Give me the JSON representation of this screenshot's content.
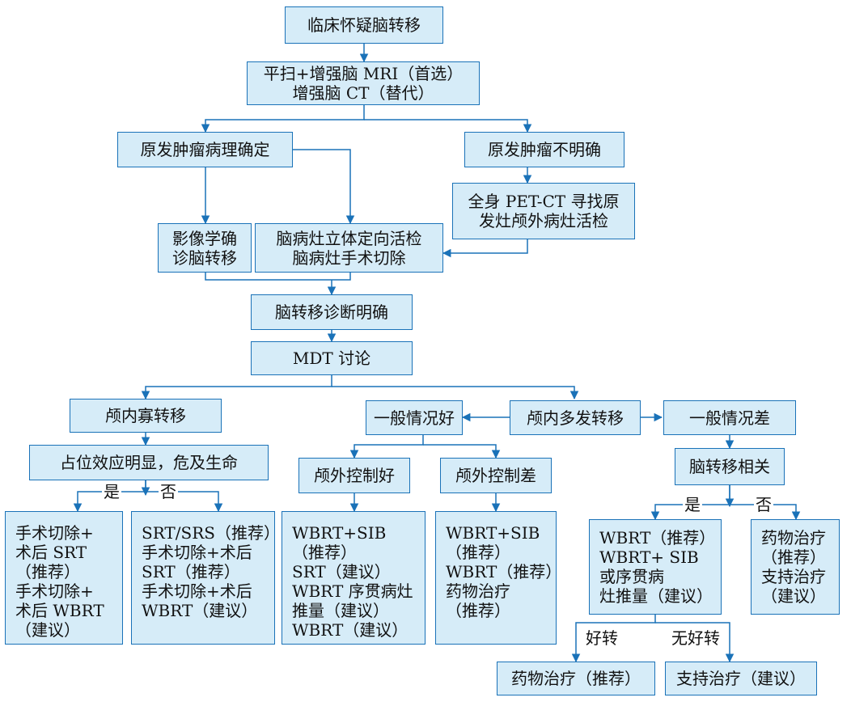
{
  "nodes": {
    "suspect": [
      "临床怀疑脑转移"
    ],
    "mri": [
      "平扫+增强脑 MRI（首选）",
      "增强脑 CT（替代）"
    ],
    "known_primary": [
      "原发肿瘤病理确定"
    ],
    "unknown_primary": [
      "原发肿瘤不明确"
    ],
    "pet_ct": [
      "全身 PET-CT 寻找原",
      "发灶颅外病灶活检"
    ],
    "imaging_dx": [
      "影像学确",
      "诊脑转移"
    ],
    "biopsy": [
      "脑病灶立体定向活检",
      "脑病灶手术切除"
    ],
    "dx_confirmed": [
      "脑转移诊断明确"
    ],
    "mdt": [
      "MDT 讨论"
    ],
    "oligo": [
      "颅内寡转移"
    ],
    "multi": [
      "颅内多发转移"
    ],
    "good_status": [
      "一般情况好"
    ],
    "poor_status": [
      "一般情况差"
    ],
    "mass_effect": [
      "占位效应明显，危及生命"
    ],
    "extra_good": [
      "颅外控制好"
    ],
    "extra_poor": [
      "颅外控制差"
    ],
    "related": [
      "脑转移相关"
    ],
    "tx_oligo_yes": [
      "手术切除+",
      "术后 SRT",
      "（推荐）",
      "手术切除+",
      "术后 WBRT",
      "（建议）"
    ],
    "tx_oligo_no": [
      "SRT/SRS（推荐）",
      "手术切除+术后",
      "SRT（推荐）",
      "手术切除+术后",
      "WBRT（建议）"
    ],
    "tx_extra_good": [
      "WBRT+SIB",
      "（推荐）",
      "SRT（建议）",
      "WBRT 序贯病灶",
      "推量（建议）",
      "WBRT（建议）"
    ],
    "tx_extra_poor": [
      "WBRT+SIB",
      "（推荐）",
      "WBRT（推荐）",
      "药物治疗",
      "（推荐）"
    ],
    "tx_related_yes": [
      "WBRT（推荐）",
      "WBRT+ SIB",
      "或序贯病",
      "灶推量（建议）"
    ],
    "tx_related_no": [
      "药物治疗",
      "（推荐）",
      "支持治疗",
      "（建议）"
    ],
    "drug_rec": [
      "药物治疗（推荐）"
    ],
    "support_sugg": [
      "支持治疗（建议）"
    ]
  },
  "labels": {
    "yes": "是",
    "no": "否",
    "improved": "好转",
    "not_improved": "无好转"
  },
  "colors": {
    "box_fill": "#d6ecf8",
    "line": "#1a72b8"
  }
}
